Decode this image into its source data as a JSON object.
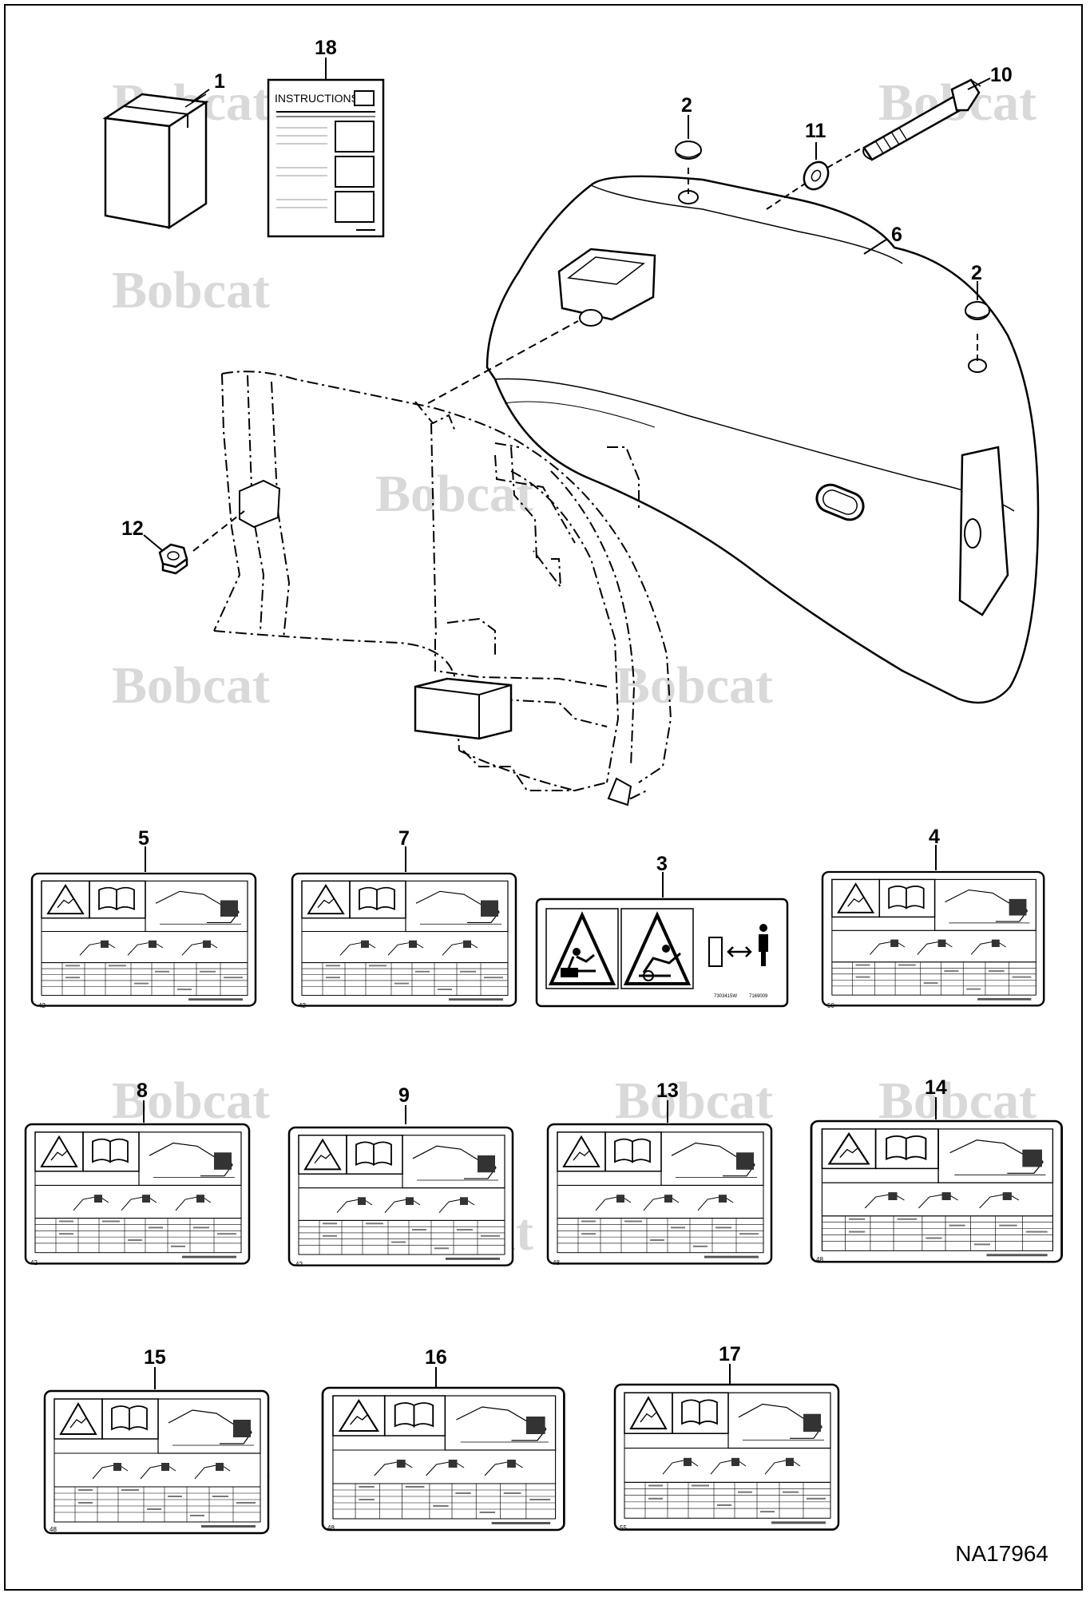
{
  "watermark": {
    "text": "Bobcat"
  },
  "callouts": [
    "1",
    "18",
    "2",
    "10",
    "11",
    "6",
    "2",
    "12",
    "5",
    "7",
    "3",
    "4",
    "8",
    "9",
    "13",
    "14",
    "15",
    "16",
    "17"
  ],
  "instructions_sheet": {
    "title": "INSTRUCTIONS"
  },
  "decals": {
    "small_numbers": [
      "42",
      "42",
      "50",
      "42",
      "42",
      "48",
      "48",
      "48",
      "48",
      "55"
    ],
    "decal3_codes": [
      "7303415W",
      "7169009"
    ]
  },
  "drawing_code": "NA17964",
  "icons": [
    "box-icon",
    "instructions-sheet-icon",
    "plug-icon",
    "bolt-icon",
    "washer-icon",
    "nut-icon",
    "counterweight-icon",
    "machine-frame-icon",
    "decal-icon",
    "person-icon",
    "manual-book-icon",
    "warning-triangle-icon"
  ]
}
